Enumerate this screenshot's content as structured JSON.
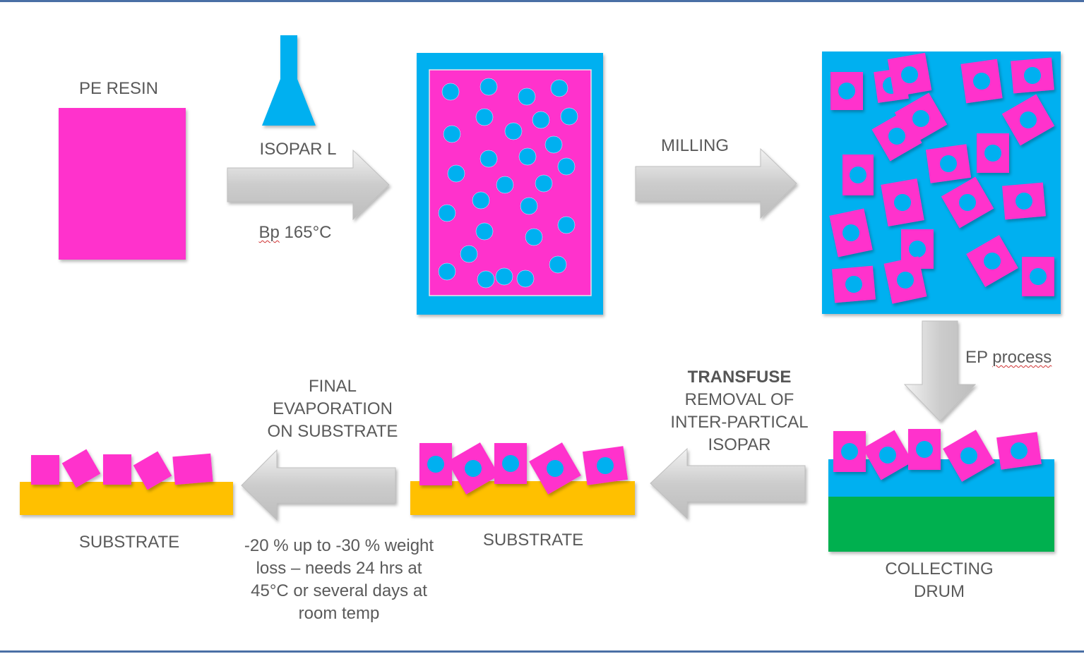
{
  "labels": {
    "pe_resin": "PE RESIN",
    "isopar_l": "ISOPAR L",
    "bp_word": "Bp",
    "bp_temp": " 165°C",
    "milling": "MILLING",
    "ep_word": "EP",
    "ep_process": "process",
    "transfuse_title": "TRANSFUSE",
    "transfuse_line1": "REMOVAL OF",
    "transfuse_line2": "INTER-PARTICAL",
    "transfuse_line3": "ISOPAR",
    "final_line1": "FINAL",
    "final_line2": "EVAPORATION",
    "final_line3": "ON SUBSTRATE",
    "substrate_left": "SUBSTRATE",
    "substrate_mid": "SUBSTRATE",
    "weight_line1": "-20 % up to -30 % weight",
    "weight_line2": "loss – needs 24 hrs at",
    "weight_line3": "45°C or several days at",
    "weight_line4": "room temp",
    "collecting_line1": "COLLECTING",
    "collecting_line2": "DRUM"
  },
  "colors": {
    "resin_magenta": "#ff33cc",
    "isopar_cyan": "#00b0f0",
    "arrow_grey": "#cfcfcf",
    "substrate_yellow": "#ffc000",
    "drum_green": "#00b050",
    "frame_blue": "#4a6fa5"
  }
}
